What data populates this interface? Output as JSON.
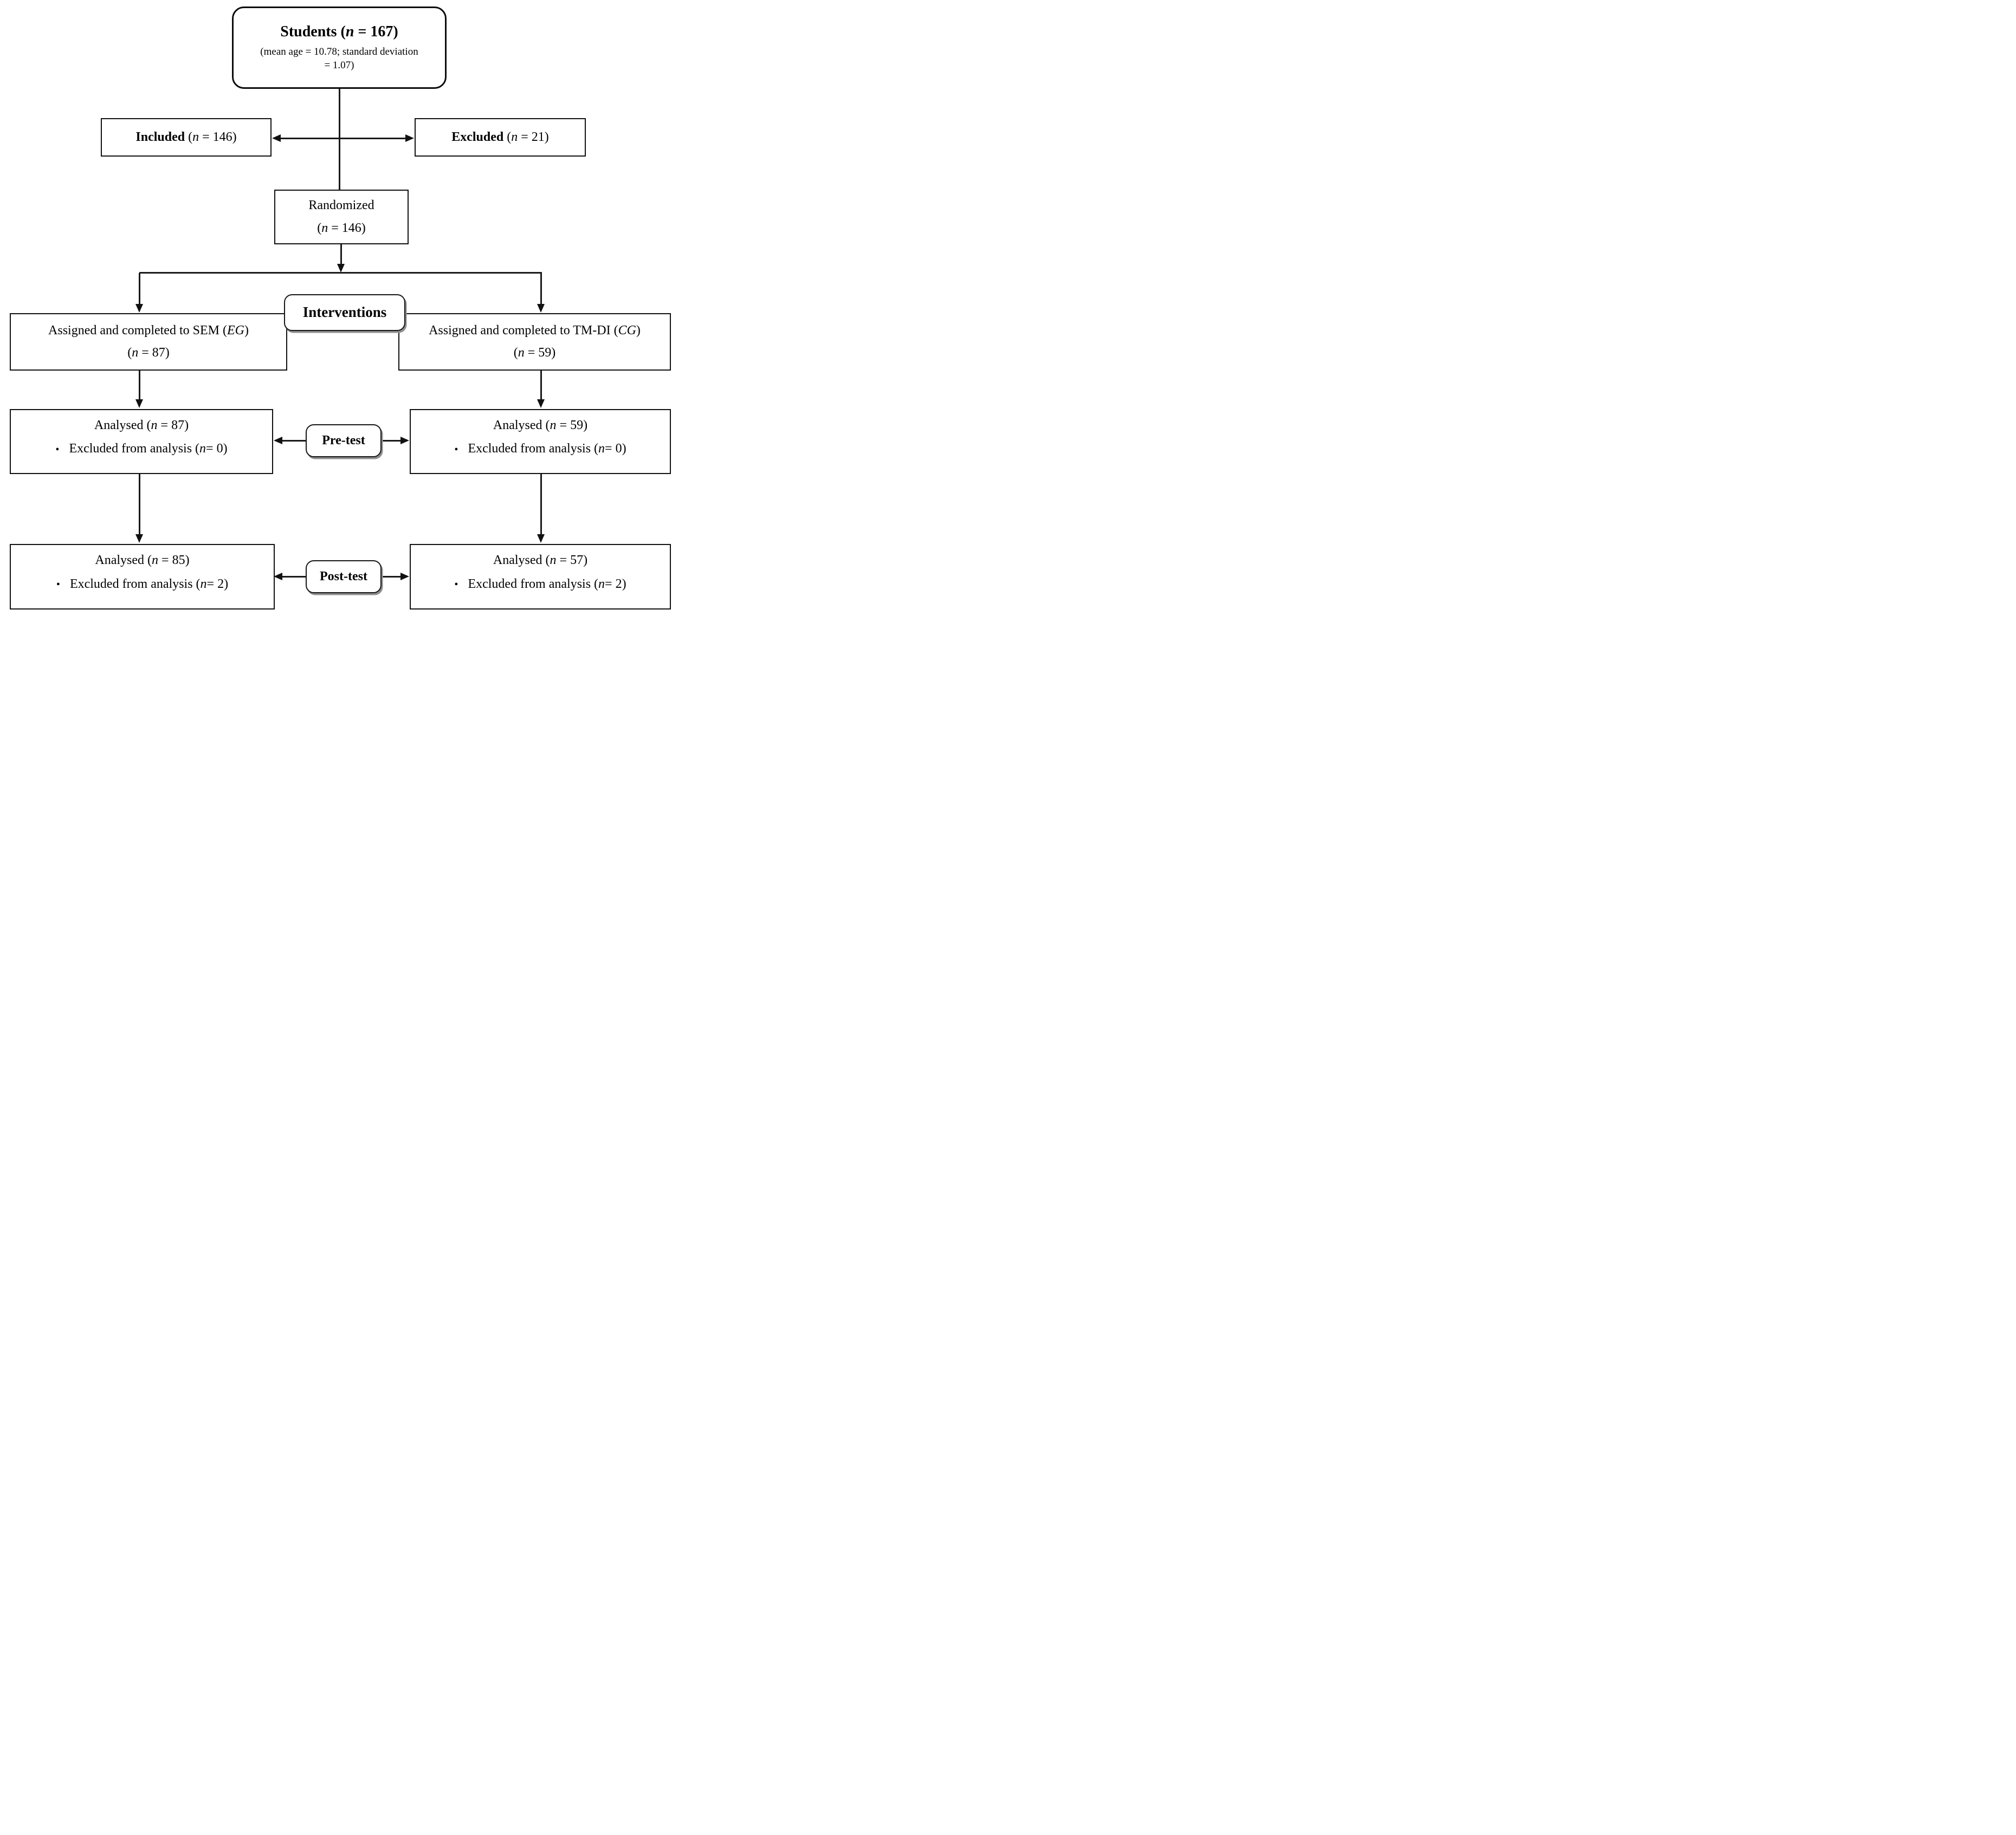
{
  "students": {
    "title_pre": "Students (",
    "n": "n",
    "title_post": " = 167)",
    "subtitle": "(mean age = 10.78; standard deviation = 1.07)"
  },
  "included": {
    "label": "Included",
    "pre": " (",
    "n": "n",
    "post": " = 146)"
  },
  "excluded": {
    "label": "Excluded",
    "pre": " (",
    "n": "n",
    "post": " = 21)"
  },
  "randomized": {
    "label": "Randomized",
    "n_pre": "(",
    "n": "n",
    "n_post": " = 146)"
  },
  "interventions": {
    "label": "Interventions"
  },
  "assigned_sem": {
    "line1_pre": "Assigned and completed to SEM (",
    "group": "EG",
    "line1_post": ")",
    "n_pre": "(",
    "n": "n",
    "n_post": " = 87)"
  },
  "assigned_tmdi": {
    "line1_pre": "Assigned and completed to TM-DI (",
    "group": "CG",
    "line1_post": ")",
    "n_pre": "(",
    "n": "n",
    "n_post": " = 59)"
  },
  "pretest": {
    "label": "Pre-test"
  },
  "posttest": {
    "label": "Post-test"
  },
  "analysed_pretest_sem": {
    "line1_pre": "Analysed (",
    "n1": "n",
    "line1_post": " = 87)",
    "bullet": "•",
    "line2_pre": "Excluded from analysis (",
    "n2": "n",
    "line2_post": " = 0)"
  },
  "analysed_pretest_tmdi": {
    "line1_pre": "Analysed (",
    "n1": "n",
    "line1_post": " = 59)",
    "bullet": "•",
    "line2_pre": "Excluded from analysis (",
    "n2": "n",
    "line2_post": " = 0)"
  },
  "analysed_posttest_sem": {
    "line1_pre": "Analysed (",
    "n1": "n",
    "line1_post": " = 85)",
    "bullet": "•",
    "line2_pre": "Excluded from analysis (",
    "n2": "n",
    "line2_post": " = 2)"
  },
  "analysed_posttest_tmdi": {
    "line1_pre": "Analysed (",
    "n1": "n",
    "line1_post": " = 57)",
    "bullet": "•",
    "line2_pre": "Excluded from analysis (",
    "n2": "n",
    "line2_post": " = 2)"
  },
  "colors": {
    "line": "#111111",
    "shadow": "#8f8f8f",
    "background": "#ffffff",
    "text": "#000000"
  }
}
